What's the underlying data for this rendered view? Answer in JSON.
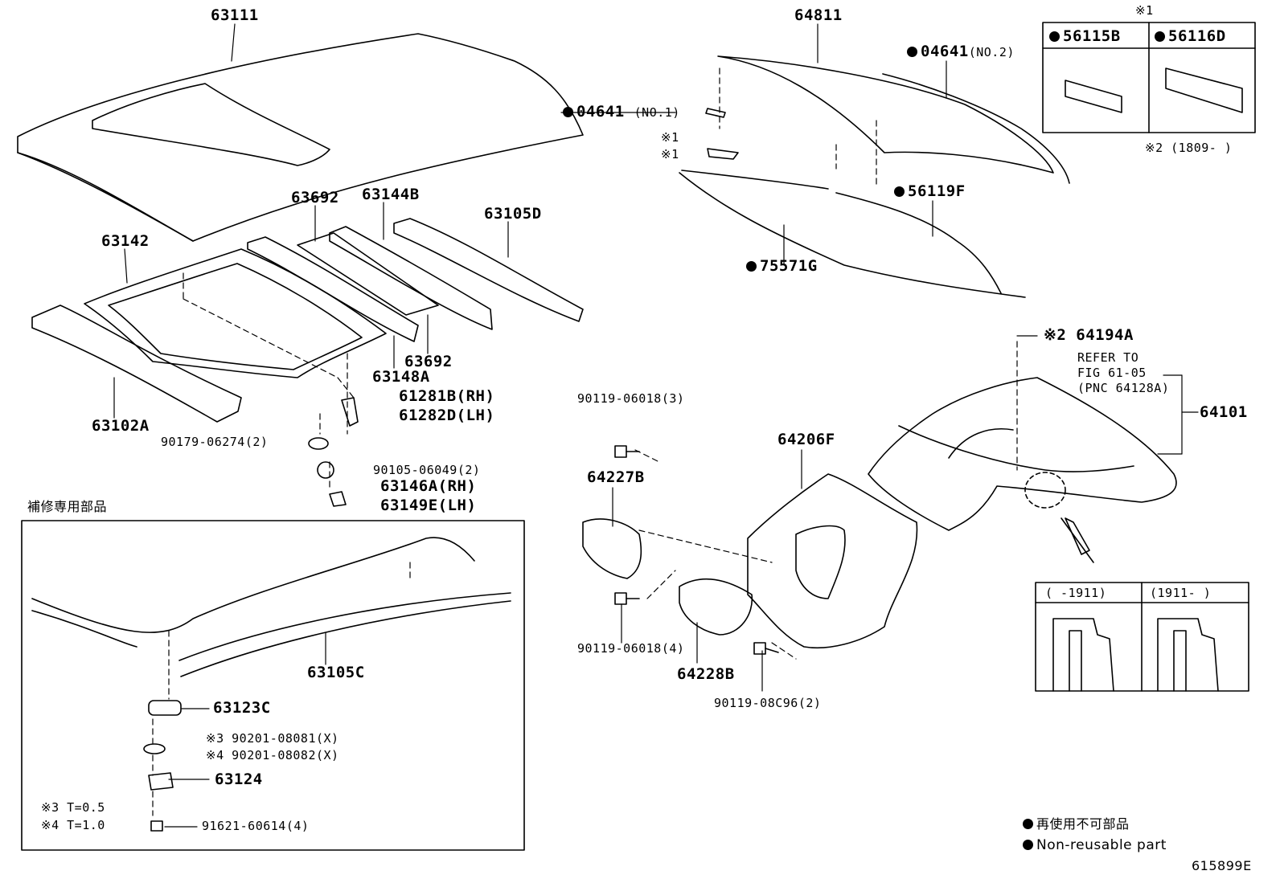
{
  "labels": {
    "p63111": "63111",
    "p64811": "64811",
    "p04641_no2": "04641",
    "p04641_no2_suffix": "(NO.2)",
    "p04641_no1": "04641",
    "p04641_no1_suffix": "(NO.1)",
    "note1a": "※1",
    "note1b": "※1",
    "note1_top": "※1",
    "p56115B": "56115B",
    "p56116D": "56116D",
    "note2_date": "※2 (1809-      )",
    "p56119F": "56119F",
    "p75571G": "75571G",
    "p63692a": "63692",
    "p63144B": "63144B",
    "p63105D": "63105D",
    "p63142": "63142",
    "p63692b": "63692",
    "p63148A": "63148A",
    "p63102A": "63102A",
    "p61281B": "61281B(RH)",
    "p61282D": "61282D(LH)",
    "p90179": "90179-06274(2)",
    "p90105": "90105-06049(2)",
    "p63146A": "63146A(RH)",
    "p63149E": "63149E(LH)",
    "repair_only": "補修専用部品",
    "p63105C": "63105C",
    "p63123C": "63123C",
    "p90201_3": "※3 90201-08081(X)",
    "p90201_4": "※4 90201-08082(X)",
    "p63124": "63124",
    "note3": "※3 T=0.5",
    "note4": "※4 T=1.0",
    "p91621": "91621-60614(4)",
    "p90119a": "90119-06018(3)",
    "p64227B": "64227B",
    "p90119b": "90119-06018(4)",
    "p64228B": "64228B",
    "p90119c": "90119-08C96(2)",
    "p64206F": "64206F",
    "p64194A": "※2 64194A",
    "refer1": "REFER TO",
    "refer2": "FIG 61-05",
    "refer3": "(PNC 64128A)",
    "p64101": "64101",
    "detail_left": "(    -1911)",
    "detail_right": "(1911-    )",
    "legend_jp": "再使用不可部品",
    "legend_en": "Non-reusable part",
    "figure_id": "615899E"
  },
  "colors": {
    "line": "#000000",
    "background": "#ffffff"
  }
}
